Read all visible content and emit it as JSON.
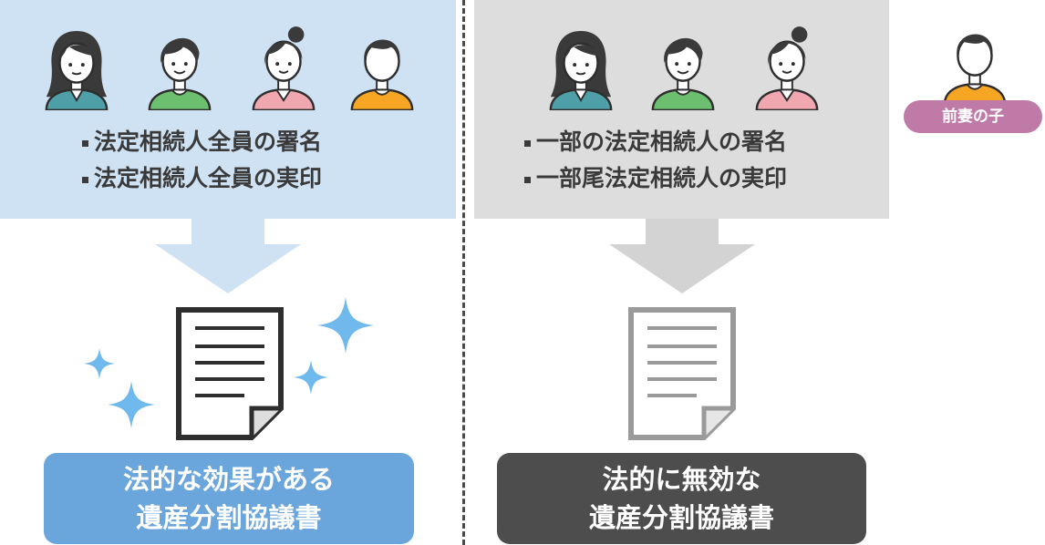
{
  "left": {
    "requirements": [
      "法定相続人全員の署名",
      "法定相続人全員の実印"
    ],
    "result": {
      "line1": "法的な効果がある",
      "line2": "遺産分割協議書"
    }
  },
  "right": {
    "requirements": [
      "一部の法定相続人の署名",
      "一部尾法定相続人の実印"
    ],
    "result": {
      "line1": "法的に無効な",
      "line2": "遺産分割協議書"
    },
    "excluded_badge": "前妻の子"
  },
  "colors": {
    "left_panel": "#cfe2f4",
    "right_panel": "#dddddd",
    "valid_result": "#6aa5dc",
    "invalid_result": "#4d4d4d",
    "badge": "#c07aa8",
    "sparkle": "#6fb9ec"
  },
  "icons": [
    "person-long-hair-icon",
    "person-short-hair-icon",
    "person-ponytail-icon",
    "person-man-icon",
    "document-icon",
    "sparkle-icon",
    "down-arrow-icon"
  ]
}
